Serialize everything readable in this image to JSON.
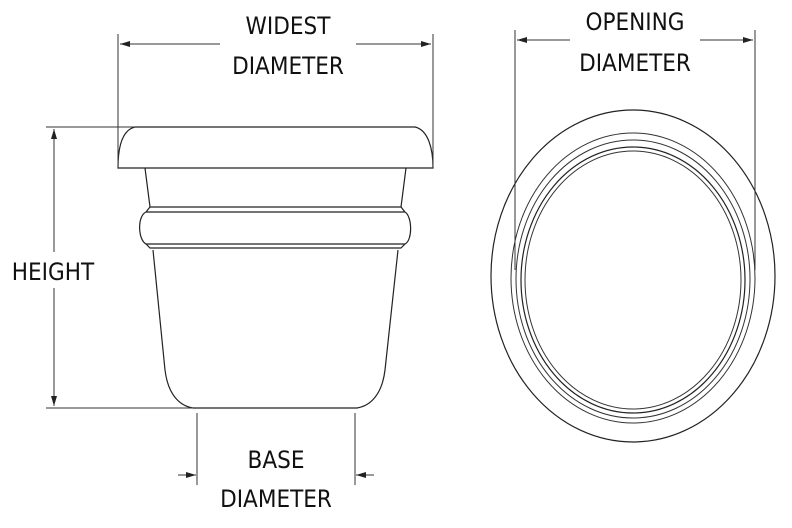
{
  "labels": {
    "widest": [
      "WIDEST",
      "DIAMETER"
    ],
    "height": "HEIGHT",
    "base": [
      "BASE",
      "DIAMETER"
    ],
    "opening": [
      "OPENING",
      "DIAMETER"
    ]
  },
  "colors": {
    "line": "#222222",
    "text": "#111111",
    "background": "#ffffff"
  }
}
